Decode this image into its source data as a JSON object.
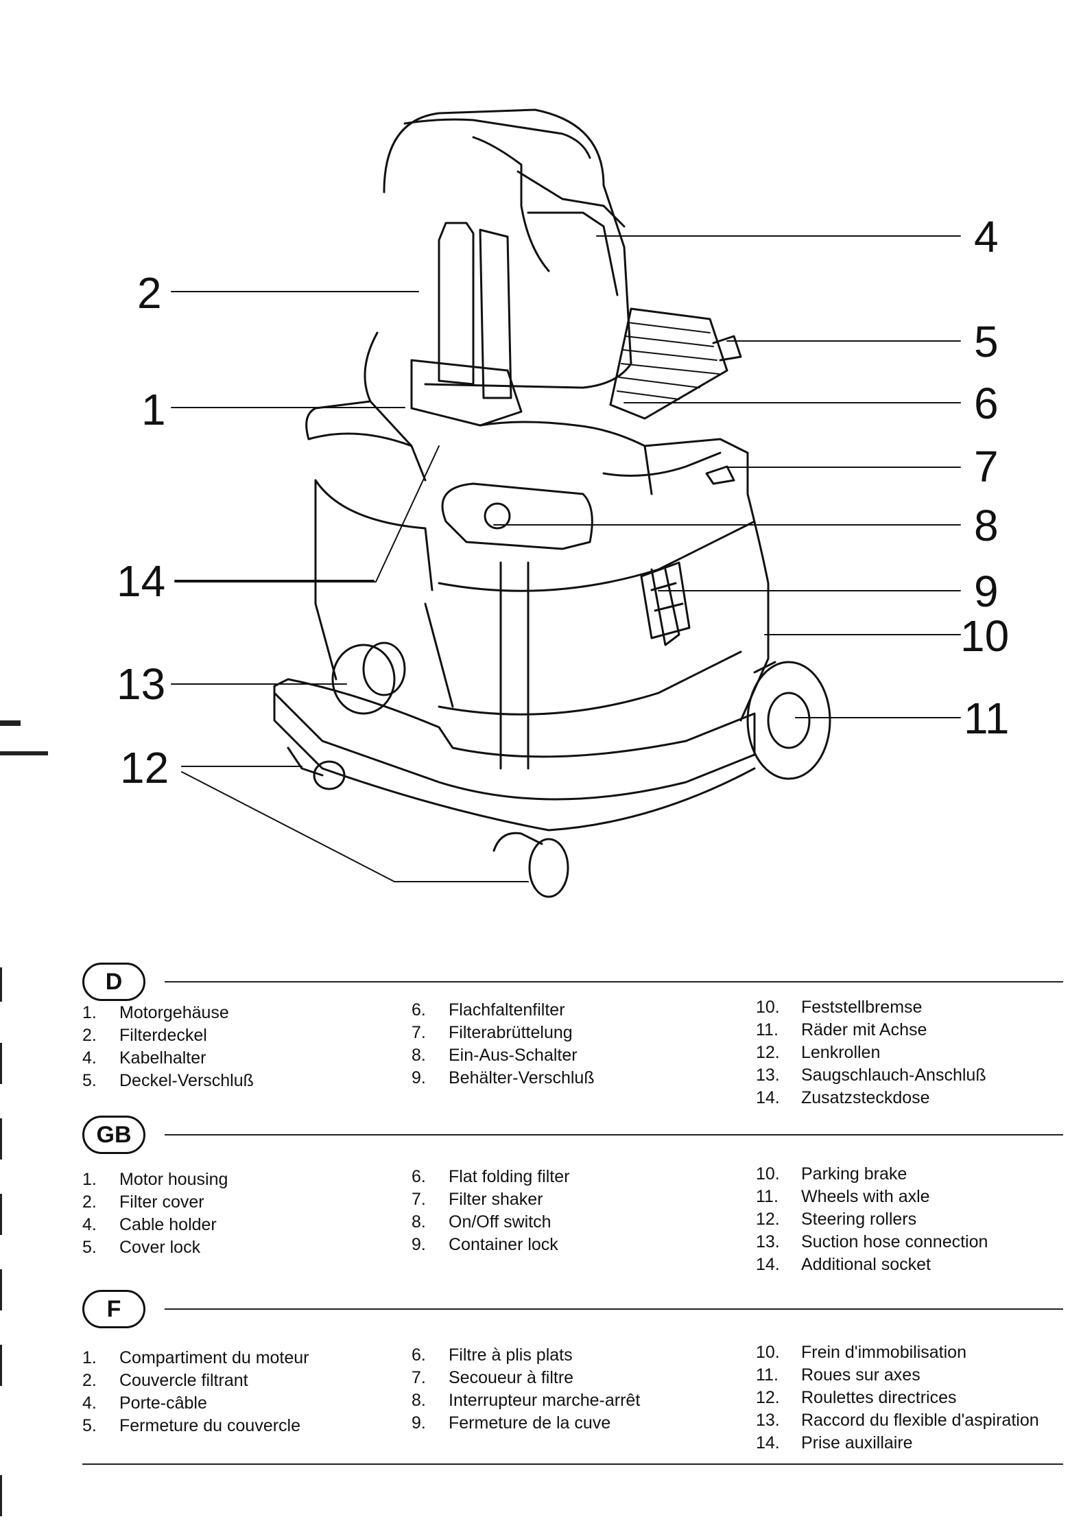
{
  "figure": {
    "callouts": [
      "1",
      "2",
      "4",
      "5",
      "6",
      "7",
      "8",
      "9",
      "10",
      "11",
      "12",
      "13",
      "14"
    ]
  },
  "legend": [
    {
      "lang": "D",
      "columns": [
        [
          {
            "n": "1.",
            "t": "Motorgehäuse"
          },
          {
            "n": "2.",
            "t": "Filterdeckel"
          },
          {
            "n": "4.",
            "t": "Kabelhalter"
          },
          {
            "n": "5.",
            "t": "Deckel-Verschluß"
          }
        ],
        [
          {
            "n": "6.",
            "t": "Flachfaltenfilter"
          },
          {
            "n": "7.",
            "t": "Filterabrüttelung"
          },
          {
            "n": "8.",
            "t": "Ein-Aus-Schalter"
          },
          {
            "n": "9.",
            "t": "Behälter-Verschluß"
          }
        ],
        [
          {
            "n": "10.",
            "t": "Feststellbremse"
          },
          {
            "n": "11.",
            "t": "Räder mit Achse"
          },
          {
            "n": "12.",
            "t": "Lenkrollen"
          },
          {
            "n": "13.",
            "t": "Saugschlauch-Anschluß"
          },
          {
            "n": "14.",
            "t": "Zusatzsteckdose"
          }
        ]
      ]
    },
    {
      "lang": "GB",
      "columns": [
        [
          {
            "n": "1.",
            "t": "Motor housing"
          },
          {
            "n": "2.",
            "t": "Filter cover"
          },
          {
            "n": "4.",
            "t": "Cable holder"
          },
          {
            "n": "5.",
            "t": "Cover lock"
          }
        ],
        [
          {
            "n": "6.",
            "t": "Flat folding filter"
          },
          {
            "n": "7.",
            "t": "Filter shaker"
          },
          {
            "n": "8.",
            "t": "On/Off switch"
          },
          {
            "n": "9.",
            "t": "Container lock"
          }
        ],
        [
          {
            "n": "10.",
            "t": "Parking brake"
          },
          {
            "n": "11.",
            "t": "Wheels with axle"
          },
          {
            "n": "12.",
            "t": "Steering rollers"
          },
          {
            "n": "13.",
            "t": "Suction hose connection"
          },
          {
            "n": "14.",
            "t": "Additional socket"
          }
        ]
      ]
    },
    {
      "lang": "F",
      "columns": [
        [
          {
            "n": "1.",
            "t": "Compartiment du moteur"
          },
          {
            "n": "2.",
            "t": "Couvercle filtrant"
          },
          {
            "n": "4.",
            "t": "Porte-câble"
          },
          {
            "n": "5.",
            "t": "Fermeture du couvercle"
          }
        ],
        [
          {
            "n": "6.",
            "t": "Filtre à plis plats"
          },
          {
            "n": "7.",
            "t": "Secoueur à filtre"
          },
          {
            "n": "8.",
            "t": "Interrupteur marche-arrêt"
          },
          {
            "n": "9.",
            "t": "Fermeture de la cuve"
          }
        ],
        [
          {
            "n": "10.",
            "t": "Frein d'immobilisation"
          },
          {
            "n": "11.",
            "t": "Roues sur axes"
          },
          {
            "n": "12.",
            "t": "Roulettes directrices"
          },
          {
            "n": "13.",
            "t": "Raccord du flexible d'aspiration"
          },
          {
            "n": "14.",
            "t": "Prise auxillaire"
          }
        ]
      ]
    }
  ]
}
